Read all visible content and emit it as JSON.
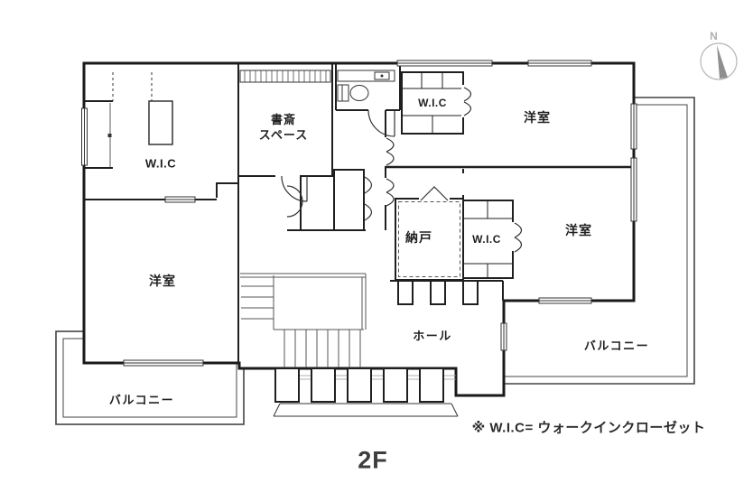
{
  "floor_label": "2F",
  "compass": {
    "north_label": "N"
  },
  "footnote": "※ W.I.C= ウォークインクローゼット",
  "rooms": {
    "wic_left": "W.I.C",
    "study_line1": "書斎",
    "study_line2": "スペース",
    "wic_top": "W.I.C",
    "bedroom_top_right": "洋室",
    "storage": "納戸",
    "wic_middle": "W.I.C",
    "bedroom_bottom_right": "洋室",
    "bedroom_left": "洋室",
    "hall": "ホール",
    "balcony_right": "バルコニー",
    "balcony_left": "バルコニー"
  }
}
